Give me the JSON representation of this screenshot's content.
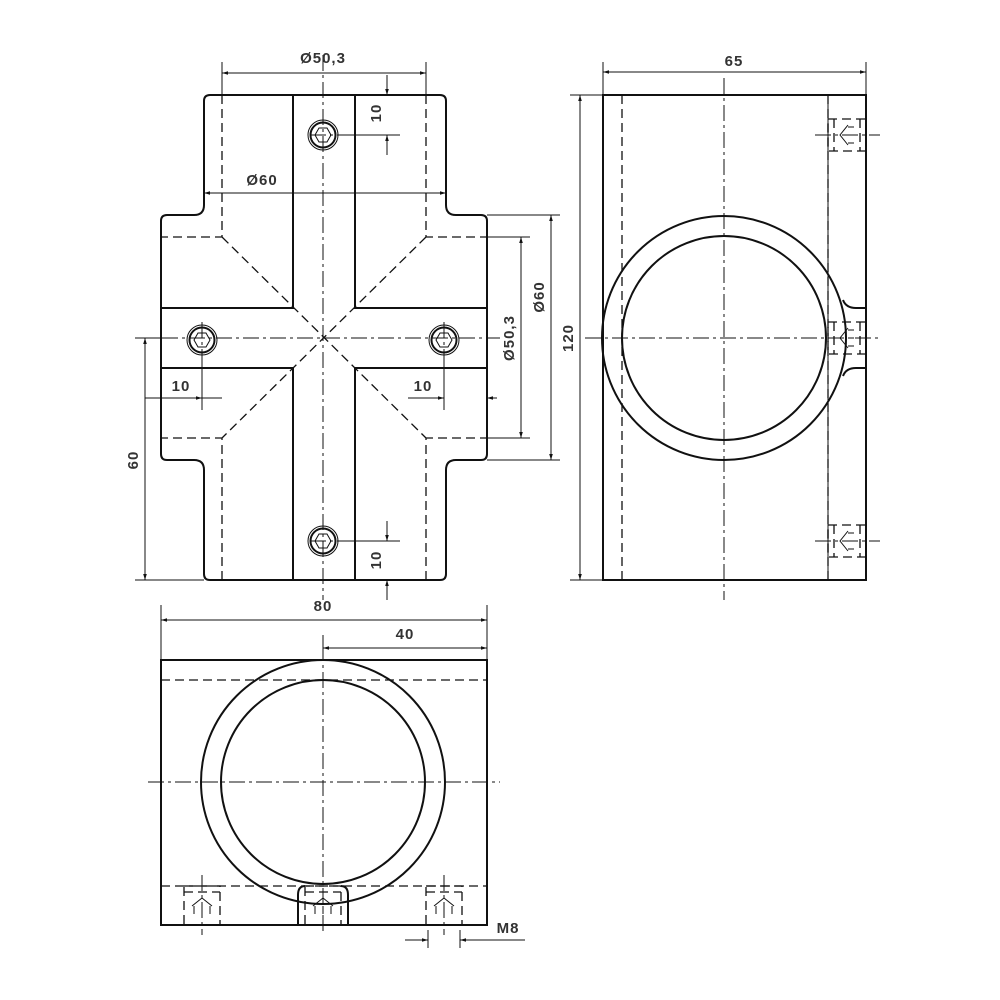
{
  "dimensions": {
    "top_bore_inner": "Ø50,3",
    "top_bore_outer": "Ø60",
    "bolt_top_offset": "10",
    "bolt_bottom_offset": "10",
    "bolt_left_offset": "10",
    "bolt_right_offset": "10",
    "side_bore_inner": "Ø50,3",
    "side_bore_outer": "Ø60",
    "half_height": "60",
    "width": "80",
    "half_width": "40",
    "depth": "65",
    "height": "120",
    "thread": "M8"
  }
}
